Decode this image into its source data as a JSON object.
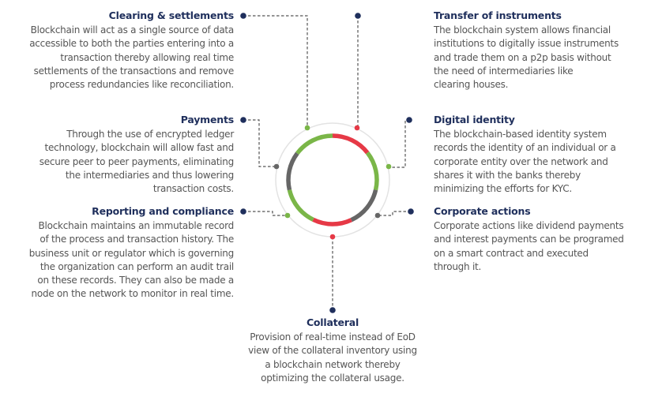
{
  "colors": {
    "navy": "#1f2f5c",
    "green": "#7ab648",
    "red": "#e63946",
    "gray": "#666666",
    "ring": "#e3e3e3"
  },
  "sections": [
    {
      "id": "clearing",
      "side": "left",
      "title": "Clearing & settlements",
      "lines": [
        "Blockchain will act as a single source of data",
        "accessible to both the parties entering into a",
        "transaction thereby allowing real time",
        "settlements of the transactions and remove",
        "process redundancies like reconciliation."
      ]
    },
    {
      "id": "payments",
      "side": "left",
      "title": "Payments",
      "lines": [
        "Through the use of encrypted ledger",
        "technology, blockchain will allow fast and",
        "secure peer to peer payments, eliminating",
        "the intermediaries and thus lowering",
        "transaction costs."
      ]
    },
    {
      "id": "reporting",
      "side": "left",
      "title": "Reporting and compliance",
      "lines": [
        "Blockchain maintains an immutable record",
        "of the process and transaction history. The",
        "business unit or regulator which is governing",
        "the organization can perform an audit trail",
        "on these records. They can also be made a",
        "node on the network to monitor in real time."
      ]
    },
    {
      "id": "transfer",
      "side": "right",
      "title": "Transfer of instruments",
      "lines": [
        "The blockchain system allows financial",
        "institutions to digitally issue instruments",
        "and trade them on a p2p basis without",
        "the need of intermediaries like",
        "clearing houses."
      ]
    },
    {
      "id": "digital",
      "side": "right",
      "title": "Digital identity",
      "lines": [
        "The blockchain-based identity system",
        "records the identity of an individual or a",
        "corporate entity over the network and",
        "shares it with the banks thereby",
        "minimizing the efforts for KYC."
      ]
    },
    {
      "id": "corporate",
      "side": "right",
      "title": "Corporate actions",
      "lines": [
        "Corporate actions like dividend payments",
        "and interest payments can be programed",
        "on a smart contract and executed",
        "through it."
      ]
    },
    {
      "id": "collateral",
      "side": "center",
      "title": "Collateral",
      "lines": [
        "Provision of real-time instead of EoD",
        "view of the collateral inventory using",
        "a blockchain network thereby",
        "optimizing the collateral usage."
      ]
    }
  ]
}
